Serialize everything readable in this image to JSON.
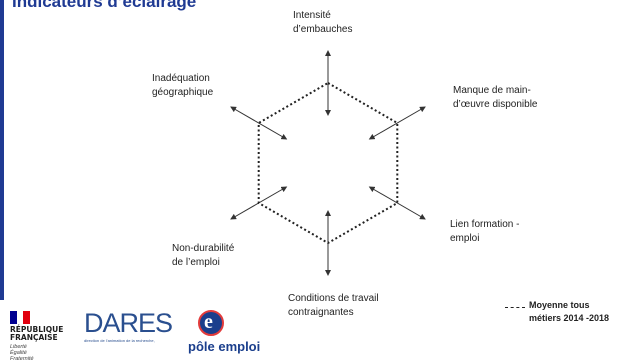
{
  "header": {
    "title": "Indicateurs d’éclairage"
  },
  "diagram": {
    "axes": [
      {
        "id": "intensite",
        "lines": [
          "Intensité",
          "d’embauches"
        ]
      },
      {
        "id": "manque",
        "lines": [
          "Manque de main-",
          "d’œuvre disponible"
        ]
      },
      {
        "id": "lien",
        "lines": [
          "Lien formation -",
          "emploi"
        ]
      },
      {
        "id": "conditions",
        "lines": [
          "Conditions de travail",
          "contraignantes"
        ]
      },
      {
        "id": "non-durabilite",
        "lines": [
          "Non-durabilité",
          "de l’emploi"
        ]
      },
      {
        "id": "inadequation",
        "lines": [
          "Inadéquation",
          "géographique"
        ]
      }
    ],
    "legend": {
      "lines": [
        "Moyenne tous",
        "métiers 2014 -2018"
      ]
    }
  },
  "footer": {
    "republique": {
      "lines": [
        "RÉPUBLIQUE",
        "FRANÇAISE"
      ],
      "motto": [
        "Liberté",
        "Égalité",
        "Fraternité"
      ],
      "flag_colors": [
        "#000091",
        "#ffffff",
        "#e1000f"
      ]
    },
    "dares": {
      "name": "DARES",
      "subtitle": "direction de l’animation de la recherche,"
    },
    "pole_emploi": {
      "name": "pôle emploi"
    }
  },
  "colors": {
    "title": "#1f3a93",
    "line": "#222222"
  }
}
